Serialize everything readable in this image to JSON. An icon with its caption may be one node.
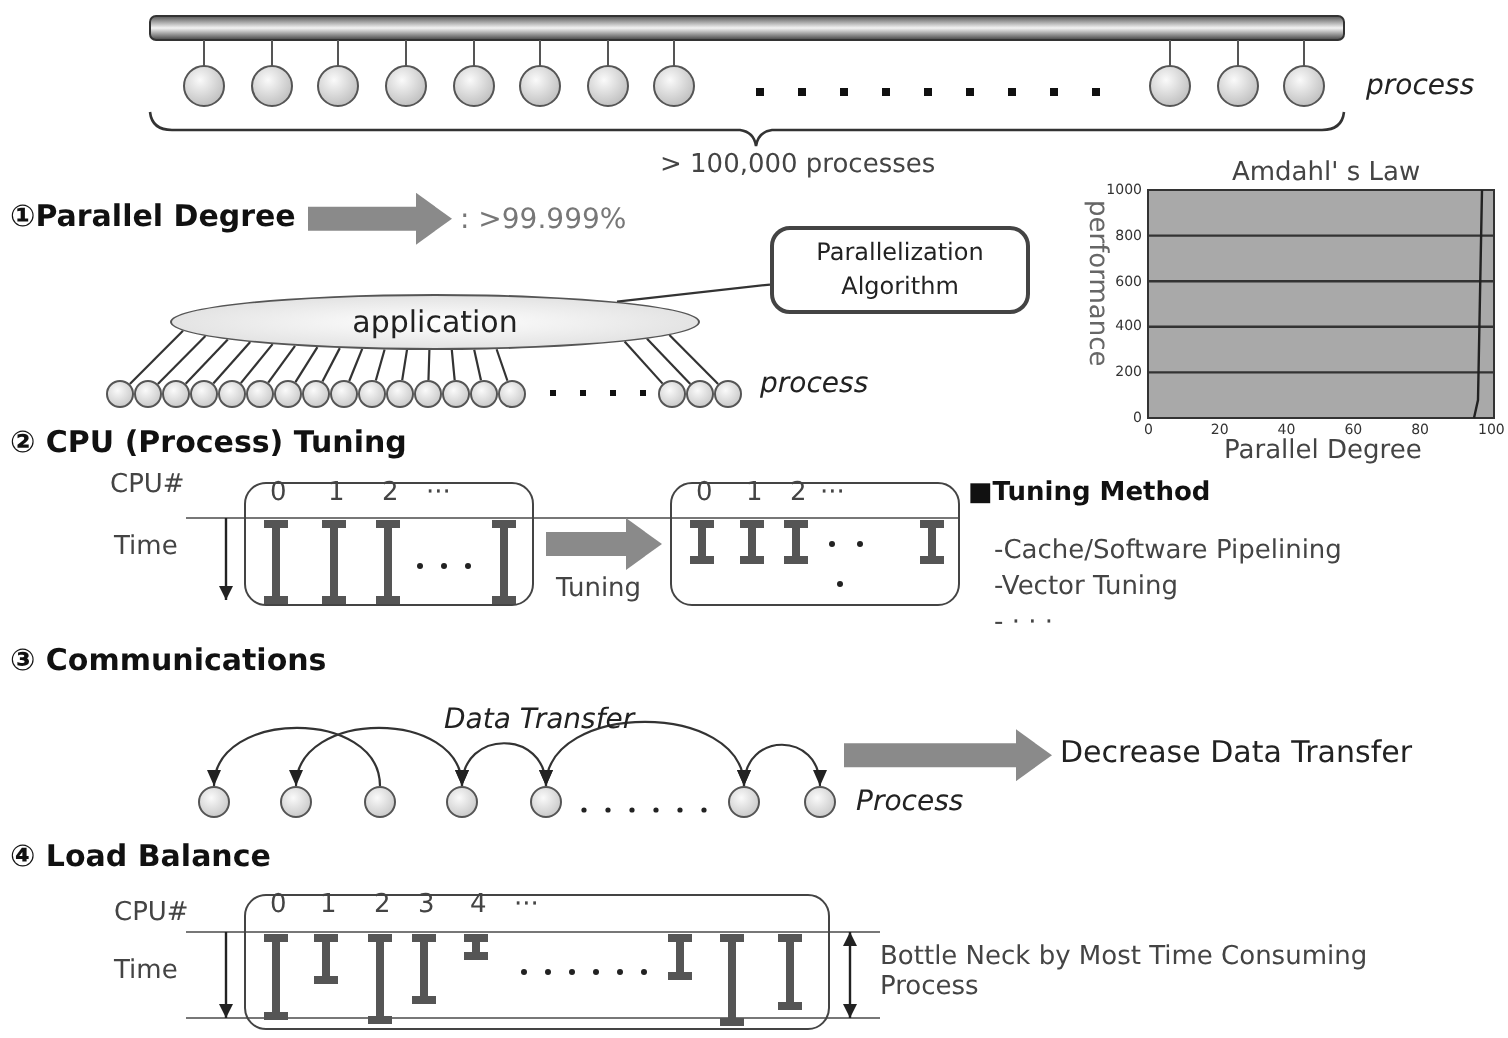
{
  "diagram": {
    "nodes": [
      {
        "text": [
          "①Parallel Degree"
        ]
      },
      {
        "text": [
          ": >99.999%"
        ]
      },
      {
        "text": [
          "Parallelization Algorithm"
        ]
      },
      {
        "text": [
          "application"
        ]
      },
      {
        "text": [],
        "shape": "circle"
      },
      {
        "text": [],
        "shape": "circle"
      },
      {
        "text": [],
        "shape": "circle"
      },
      {
        "text": [],
        "shape": "circle"
      },
      {
        "text": [],
        "shape": "circle"
      },
      {
        "text": [],
        "shape": "circle"
      },
      {
        "text": [],
        "shape": "circle"
      },
      {
        "text": [],
        "shape": "circle"
      },
      {
        "text": [],
        "shape": "circle"
      },
      {
        "text": [],
        "shape": "circle"
      },
      {
        "text": [],
        "shape": "circle"
      },
      {
        "text": [],
        "shape": "circle"
      },
      {
        "text": [],
        "shape": "circle"
      },
      {
        "text": [],
        "shape": "circle"
      },
      {
        "text": [],
        "shape": "circle"
      },
      {
        "text": [],
        "shape": "circle"
      },
      {
        "text": [],
        "shape": "circle"
      },
      {
        "text": [],
        "shape": "circle"
      },
      {
        "text": [
          "0",
          "1",
          "2",
          "···"
        ]
      },
      {
        "text": [
          "0",
          "1",
          "2",
          "···"
        ]
      },
      {
        "text": [],
        "shape": "circle"
      },
      {
        "text": [],
        "shape": "circle"
      },
      {
        "text": [],
        "shape": "circle"
      },
      {
        "text": [],
        "shape": "circle"
      },
      {
        "text": [],
        "shape": "circle"
      },
      {
        "text": [],
        "shape": "circle"
      },
      {
        "text": [],
        "shape": "circle"
      },
      {
        "text": [
          "Decrease Data Transfer"
        ]
      },
      {
        "text": [
          "0",
          "1",
          "2",
          "3",
          "4",
          "···"
        ]
      }
    ],
    "edges": [
      {
        "from": 0,
        "to": 1,
        "arrow": "to",
        "style": "thick",
        "color": "#8a8a8a"
      },
      {
        "from": 2,
        "to": 3,
        "arrow": "none"
      },
      {
        "from": 3,
        "to": 4,
        "arrow": "none"
      },
      {
        "from": 3,
        "to": 5,
        "arrow": "none"
      },
      {
        "from": 3,
        "to": 6,
        "arrow": "none"
      },
      {
        "from": 3,
        "to": 7,
        "arrow": "none"
      },
      {
        "from": 3,
        "to": 8,
        "arrow": "none"
      },
      {
        "from": 3,
        "to": 9,
        "arrow": "none"
      },
      {
        "from": 3,
        "to": 10,
        "arrow": "none"
      },
      {
        "from": 3,
        "to": 11,
        "arrow": "none"
      },
      {
        "from": 3,
        "to": 12,
        "arrow": "none"
      },
      {
        "from": 3,
        "to": 13,
        "arrow": "none"
      },
      {
        "from": 3,
        "to": 14,
        "arrow": "none"
      },
      {
        "from": 3,
        "to": 15,
        "arrow": "none"
      },
      {
        "from": 3,
        "to": 16,
        "arrow": "none"
      },
      {
        "from": 3,
        "to": 17,
        "arrow": "none"
      },
      {
        "from": 3,
        "to": 18,
        "arrow": "none"
      },
      {
        "from": 3,
        "to": 19,
        "arrow": "none"
      },
      {
        "from": 3,
        "to": 20,
        "arrow": "none"
      },
      {
        "from": 3,
        "to": 21,
        "arrow": "none"
      },
      {
        "from": 22,
        "to": 23,
        "label": "Tuning",
        "arrow": "to",
        "style": "thick",
        "color": "#8a8a8a"
      },
      {
        "from": 26,
        "to": 24,
        "arrow": "to"
      },
      {
        "from": 25,
        "to": 27,
        "arrow": "both"
      },
      {
        "from": 27,
        "to": 28,
        "arrow": "both"
      },
      {
        "from": 28,
        "to": 29,
        "arrow": "both"
      },
      {
        "from": 29,
        "to": 30,
        "arrow": "both"
      },
      {
        "from": null,
        "to": 31,
        "arrow": "to",
        "style": "thick",
        "color": "#8a8a8a"
      }
    ],
    "labels": [
      "process",
      "> 100,000 processes",
      "Amdahl' s Law",
      "1000",
      "800",
      "600",
      "400",
      "200",
      "0",
      "performance",
      "0",
      "20",
      "40",
      "60",
      "80",
      "100",
      "Parallel Degree",
      "process",
      "② CPU (Process) Tuning",
      "CPU#",
      "Time",
      "■Tuning Method",
      "-Cache/Software Pipelining",
      "-Vector Tuning",
      "- · · ·",
      "③ Communications",
      "Data Transfer",
      "Process",
      "④ Load Balance",
      "CPU#",
      "Time",
      "Bottle Neck by Most Time Consuming Process"
    ]
  }
}
